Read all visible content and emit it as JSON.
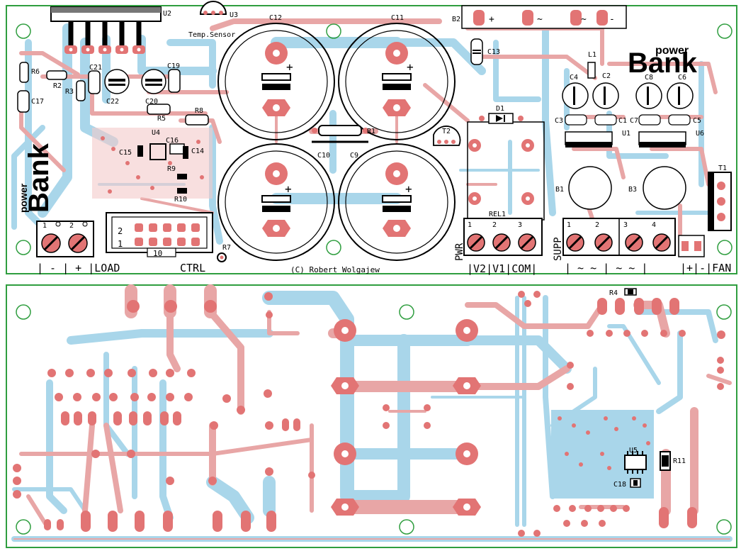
{
  "colors": {
    "board_outline": "#2f9e3f",
    "bottom_copper": "#a9d6ea",
    "top_copper": "#e8a6a6",
    "pad": "#e27474",
    "silkscreen": "#000000",
    "background": "#ffffff"
  },
  "board_top": {
    "components": {
      "u2": "U2",
      "u3": "U3",
      "temp": "Temp.Sensor",
      "c12": "C12",
      "c11": "C11",
      "b2": "B2",
      "c13": "C13",
      "r6": "R6",
      "r2": "R2",
      "r3": "R3",
      "c21": "C21",
      "c19": "C19",
      "c17": "C17",
      "c22": "C22",
      "c20": "C20",
      "r5": "R5",
      "r8": "R8",
      "r1": "R1",
      "u4": "U4",
      "c15": "C15",
      "c16": "C16",
      "c14": "C14",
      "r9": "R9",
      "r10": "R10",
      "c10": "C10",
      "c9": "C9",
      "d1": "D1",
      "t2": "T2",
      "l1": "L1",
      "c4": "C4",
      "c2": "C2",
      "c8": "C8",
      "c6": "C6",
      "c3": "C3",
      "c1": "C1",
      "c7": "C7",
      "c5": "C5",
      "u1": "U1",
      "u6": "U6",
      "b1": "B1",
      "b3": "B3",
      "t1": "T1",
      "rel1": "REL1",
      "r7": "R7",
      "conn_pin": "10"
    },
    "b2_pins": {
      "plus": "+",
      "ac1": "~",
      "ac2": "~",
      "minus": "-"
    },
    "connector_nums": {
      "left1": "1",
      "left2": "2",
      "ctrl_row2": "2",
      "ctrl_row1": "1",
      "rel1": "1",
      "rel2": "2",
      "rel3": "3",
      "supp1": "1",
      "supp2": "2",
      "supp3": "3",
      "supp4": "4"
    },
    "bottom_labels": {
      "load": "| - | + |LOAD",
      "ctrl": "CTRL",
      "copyright": "(C) Robert Wolgajew",
      "pwr": "PWR",
      "rel": "|V2|V1|COM|",
      "supp": "SUPP",
      "supp_terms": "| ~  ~ | ~  ~ |",
      "fan": "|+|-|FAN"
    },
    "logo": {
      "small": "power",
      "big": "Bank"
    }
  },
  "board_bottom": {
    "components": {
      "r4": "R4",
      "u5": "U5",
      "r11": "R11",
      "c18": "C18"
    }
  }
}
